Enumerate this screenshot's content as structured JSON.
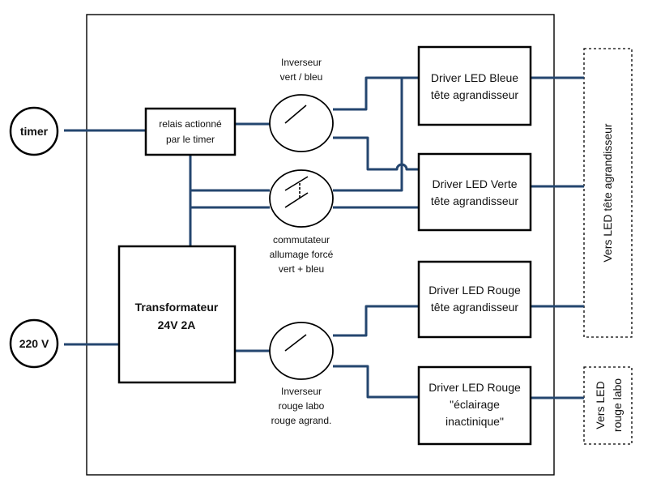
{
  "inputs": {
    "timer": "timer",
    "mains": "220 V"
  },
  "relay": {
    "line1": "relais actionné",
    "line2": "par le timer"
  },
  "transformer": {
    "line1": "Transformateur",
    "line2": "24V 2A"
  },
  "switches": {
    "green_blue": {
      "line1": "Inverseur",
      "line2": "vert / bleu"
    },
    "forced": {
      "line1": "commutateur",
      "line2": "allumage forcé",
      "line3": "vert  +  bleu"
    },
    "red": {
      "line1": "Inverseur",
      "line2": "rouge labo",
      "line3": "rouge agrand."
    }
  },
  "drivers": {
    "blue": {
      "line1": "Driver LED Bleue",
      "line2": "tête agrandisseur"
    },
    "green": {
      "line1": "Driver LED Verte",
      "line2": "tête agrandisseur"
    },
    "red_enlarger": {
      "line1": "Driver LED Rouge",
      "line2": "tête agrandisseur"
    },
    "red_safelight": {
      "line1": "Driver LED Rouge",
      "line2": "\"éclairage",
      "line3": "inactinique\""
    }
  },
  "outputs": {
    "enlarger": "Vers LED tête agrandisseur",
    "lab_line1": "Vers LED",
    "lab_line2": "rouge labo"
  },
  "colors": {
    "wire": "#24466f",
    "outline": "#000000"
  }
}
